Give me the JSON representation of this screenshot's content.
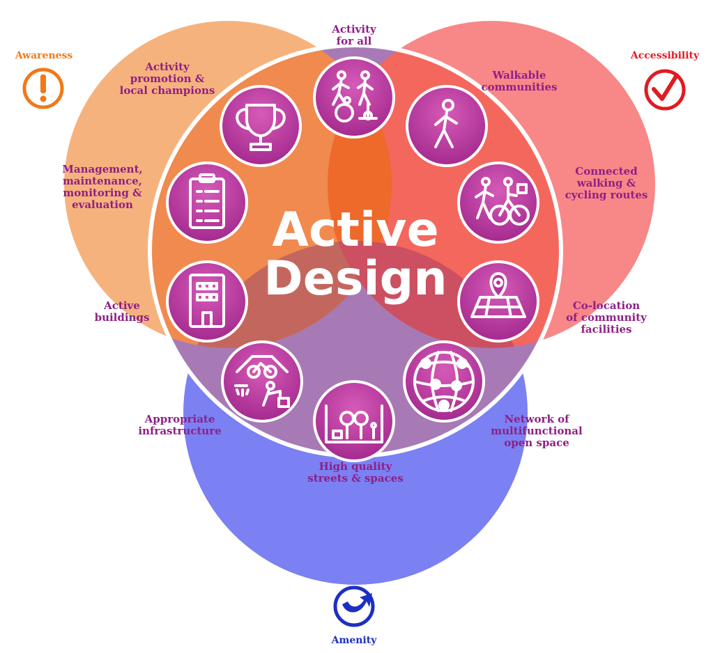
{
  "title": {
    "line1": "Active",
    "line2": "Design"
  },
  "corners": {
    "awareness": {
      "label": "Awareness",
      "icon": "exclamation-icon",
      "color": "#ef7a1a"
    },
    "accessibility": {
      "label": "Accessibility",
      "icon": "checkmark-icon",
      "color": "#e11b22"
    },
    "amenity": {
      "label": "Amenity",
      "icon": "swoosh-icon",
      "color": "#1c2fc4"
    }
  },
  "colors": {
    "awareness_circle": "#f6b27d",
    "accessibility_circle": "#f88788",
    "amenity_circle": "#7b80f2",
    "label_text": "#8e1f86",
    "icon_circle": "#b5349c"
  },
  "principles": [
    {
      "label": "Activity\nfor all",
      "icon": "people-activity-icon"
    },
    {
      "label": "Walkable\ncommunities",
      "icon": "walking-person-icon"
    },
    {
      "label": "Connected\nwalking &\ncycling routes",
      "icon": "walk-cycle-icon"
    },
    {
      "label": "Co-location\nof community\nfacilities",
      "icon": "map-pin-icon"
    },
    {
      "label": "Network of\nmultifunctional\nopen space",
      "icon": "network-globe-icon"
    },
    {
      "label": "High quality\nstreets & spaces",
      "icon": "street-trees-icon"
    },
    {
      "label": "Appropriate\ninfrastructure",
      "icon": "shower-bike-icon"
    },
    {
      "label": "Active\nbuildings",
      "icon": "building-icon"
    },
    {
      "label": "Management,\nmaintenance,\nmonitoring &\nevaluation",
      "icon": "clipboard-icon"
    },
    {
      "label": "Activity\npromotion &\nlocal champions",
      "icon": "trophy-icon"
    }
  ]
}
